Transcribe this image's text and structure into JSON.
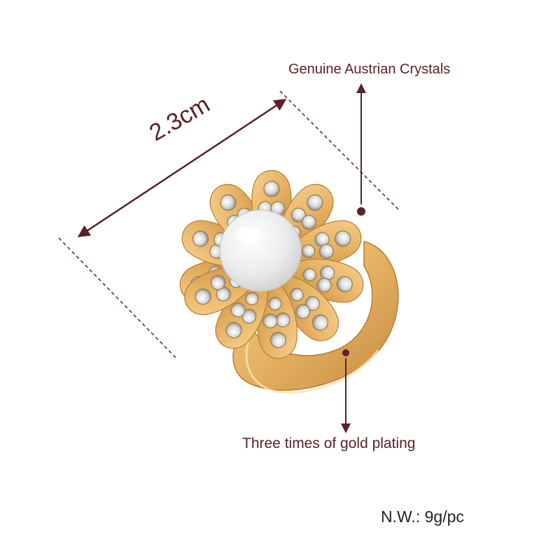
{
  "product": {
    "size_label": "2.3cm",
    "feature_top": "Genuine Austrian Crystals",
    "feature_bottom": "Three times of gold plating",
    "net_weight": "N.W.: 9g/pc"
  },
  "colors": {
    "annotation": "#5a2128",
    "gold": "#e8b567",
    "gold_dark": "#c58a3c",
    "pearl": "#f3f3f1",
    "crystal": "#dcdcdc",
    "text_dark": "#222222"
  }
}
